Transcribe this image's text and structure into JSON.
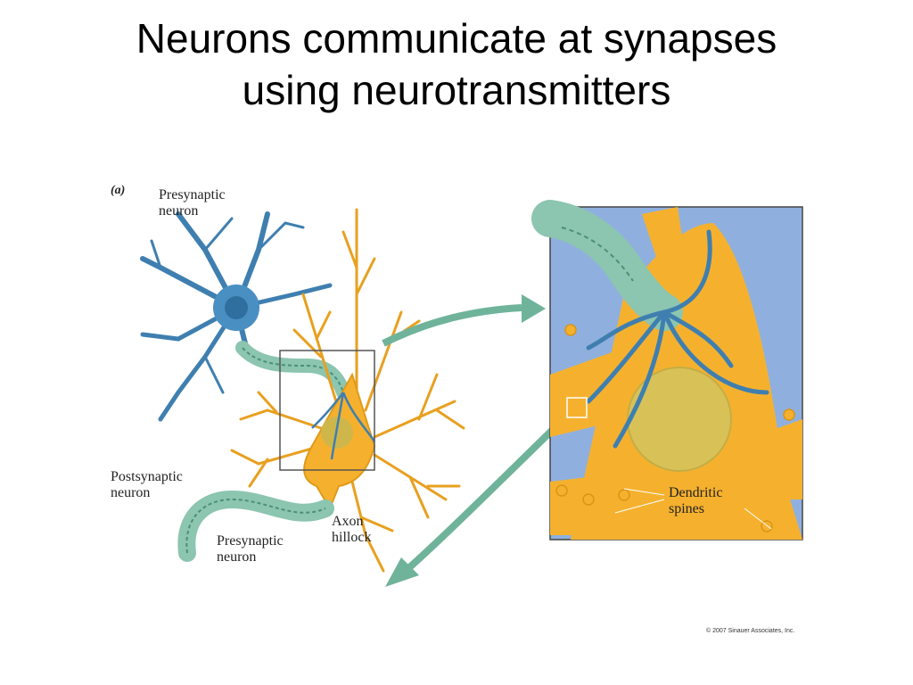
{
  "slide": {
    "title_line1": "Neurons communicate at synapses",
    "title_line2": "using neurotransmitters"
  },
  "figure": {
    "panel_label": "(a)",
    "presynaptic_top": [
      "Presynaptic",
      "neuron"
    ],
    "postsynaptic": [
      "Postsynaptic",
      "neuron"
    ],
    "presynaptic_bottom": [
      "Presynaptic",
      "neuron"
    ],
    "axon_hillock": [
      "Axon",
      "hillock"
    ],
    "dendritic_spines": [
      "Dendritic",
      "spines"
    ],
    "copyright": "© 2007 Sinauer Associates, Inc."
  },
  "colors": {
    "presynaptic_blue": "#4a8fc2",
    "postsynaptic_orange": "#f5b12e",
    "myelin_green": "#8cc5b0",
    "arrow_green": "#6fb39a",
    "inset_background": "#8fb0de"
  }
}
